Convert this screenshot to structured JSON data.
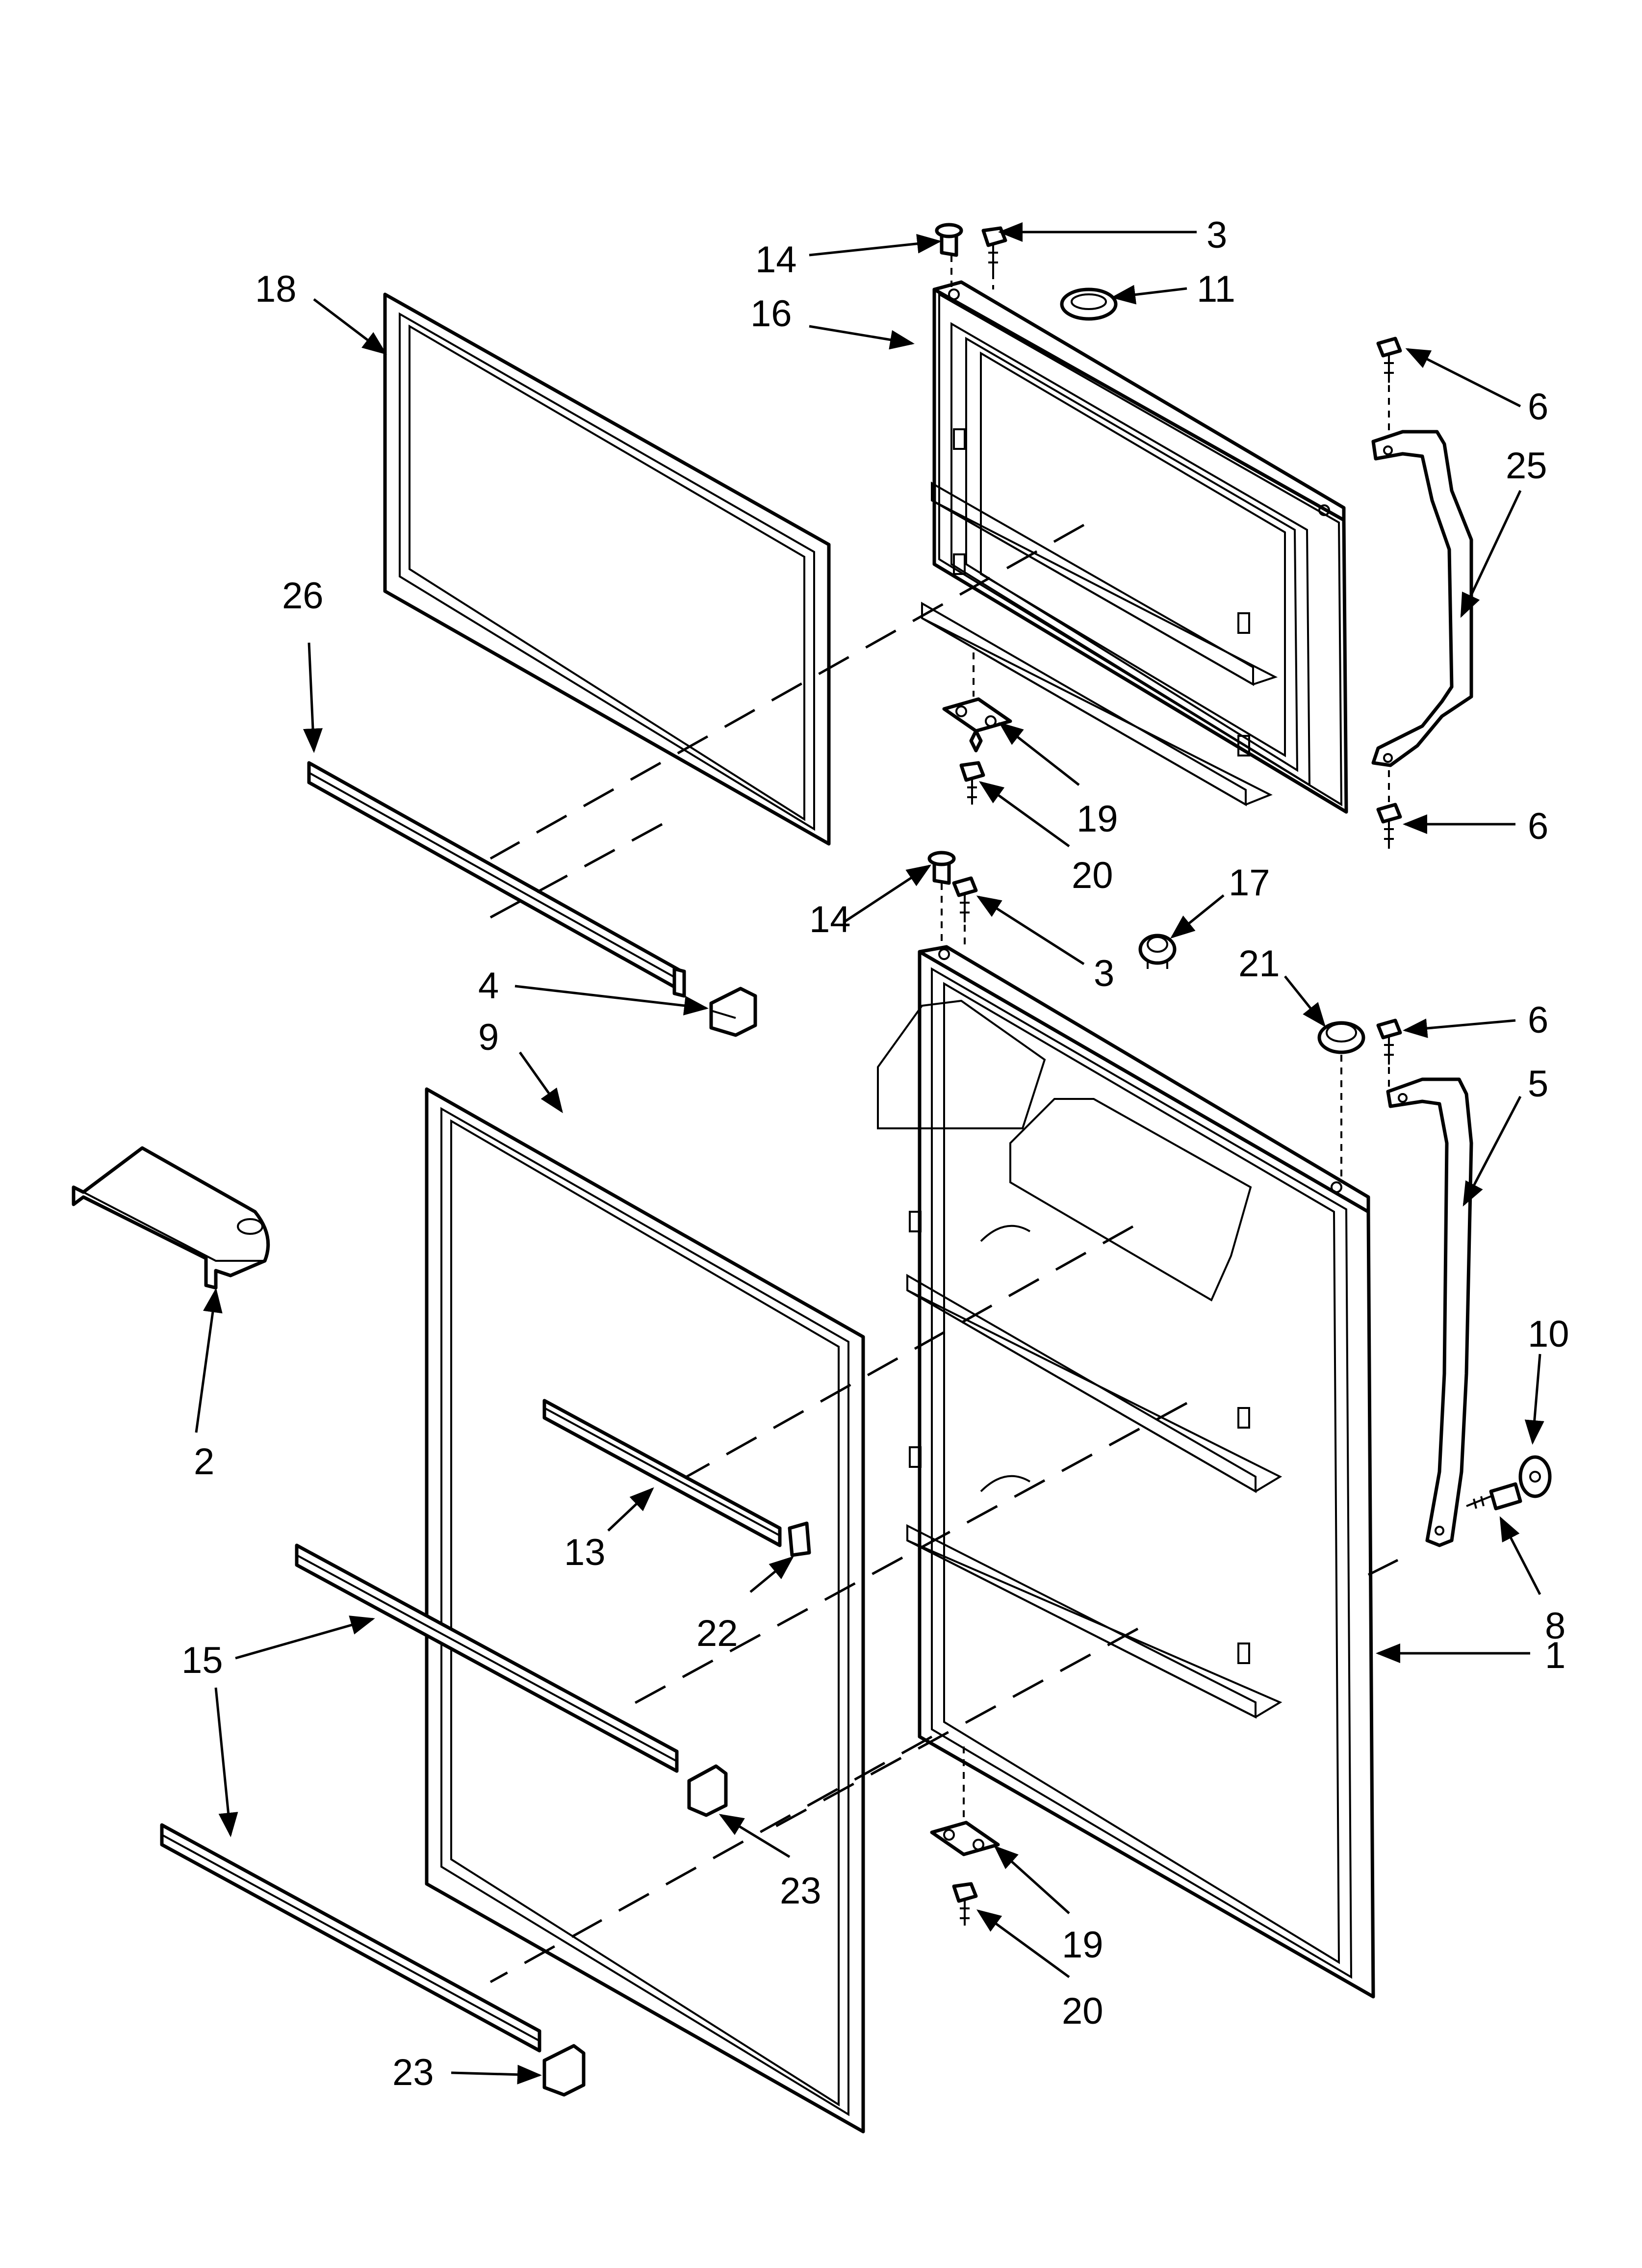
{
  "callouts": [
    {
      "id": "14a",
      "text": "14"
    },
    {
      "id": "3a",
      "text": "3"
    },
    {
      "id": "18",
      "text": "18"
    },
    {
      "id": "16",
      "text": "16"
    },
    {
      "id": "11",
      "text": "11"
    },
    {
      "id": "6a",
      "text": "6"
    },
    {
      "id": "25",
      "text": "25"
    },
    {
      "id": "26",
      "text": "26"
    },
    {
      "id": "19a",
      "text": "19"
    },
    {
      "id": "20a",
      "text": "20"
    },
    {
      "id": "6b",
      "text": "6"
    },
    {
      "id": "14b",
      "text": "14"
    },
    {
      "id": "17",
      "text": "17"
    },
    {
      "id": "21",
      "text": "21"
    },
    {
      "id": "3b",
      "text": "3"
    },
    {
      "id": "4",
      "text": "4"
    },
    {
      "id": "9",
      "text": "9"
    },
    {
      "id": "6c",
      "text": "6"
    },
    {
      "id": "5",
      "text": "5"
    },
    {
      "id": "2",
      "text": "2"
    },
    {
      "id": "10",
      "text": "10"
    },
    {
      "id": "13",
      "text": "13"
    },
    {
      "id": "22",
      "text": "22"
    },
    {
      "id": "8",
      "text": "8"
    },
    {
      "id": "15",
      "text": "15"
    },
    {
      "id": "1",
      "text": "1"
    },
    {
      "id": "23a",
      "text": "23"
    },
    {
      "id": "19b",
      "text": "19"
    },
    {
      "id": "20b",
      "text": "20"
    },
    {
      "id": "23b",
      "text": "23"
    }
  ]
}
